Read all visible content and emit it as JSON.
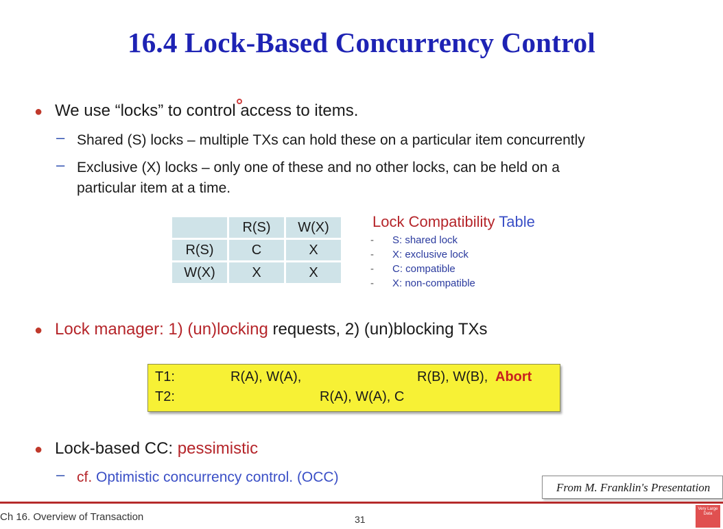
{
  "slide": {
    "title": "16.4 Lock-Based Concurrency Control",
    "bullet1": {
      "text": "We use “locks” to control access to items.",
      "subs": [
        {
          "line1": "Shared (S) locks – multiple TXs can hold these on a particular item concurrently"
        },
        {
          "line1": "Exclusive (X) locks – only one of these and no other locks, can be held on a",
          "line2": "particular item at a time."
        }
      ]
    },
    "table": {
      "header": [
        "",
        "R(S)",
        "W(X)"
      ],
      "rows": [
        [
          "R(S)",
          "C",
          "X"
        ],
        [
          "W(X)",
          "X",
          "X"
        ]
      ]
    },
    "legend": {
      "title_red": "Lock Compatibility",
      "title_blue": " Table",
      "items": [
        "S: shared lock",
        "X: exclusive lock",
        "C: compatible",
        "X: non-compatible"
      ]
    },
    "bullet2": {
      "red": "Lock manager: 1) (un)locking",
      "rest": " requests, 2) (un)blocking TXs"
    },
    "schedule": {
      "t1_label": "T1:",
      "t1_ops1": "R(A), W(A),",
      "t1_ops2": "R(B), W(B),",
      "t1_abort": "Abort",
      "t2_label": "T2:",
      "t2_ops": "R(A), W(A), C"
    },
    "bullet3": {
      "text": "Lock-based CC: ",
      "red": "pessimistic"
    },
    "sub3": {
      "red": "cf. ",
      "blue": "Optimistic concurrency control. (OCC)"
    },
    "credit": "From M. Franklin's Presentation",
    "footer": {
      "chapter": "Ch 16. Overview of Transaction",
      "page": "31"
    },
    "logo_text": "Very Large Data"
  }
}
